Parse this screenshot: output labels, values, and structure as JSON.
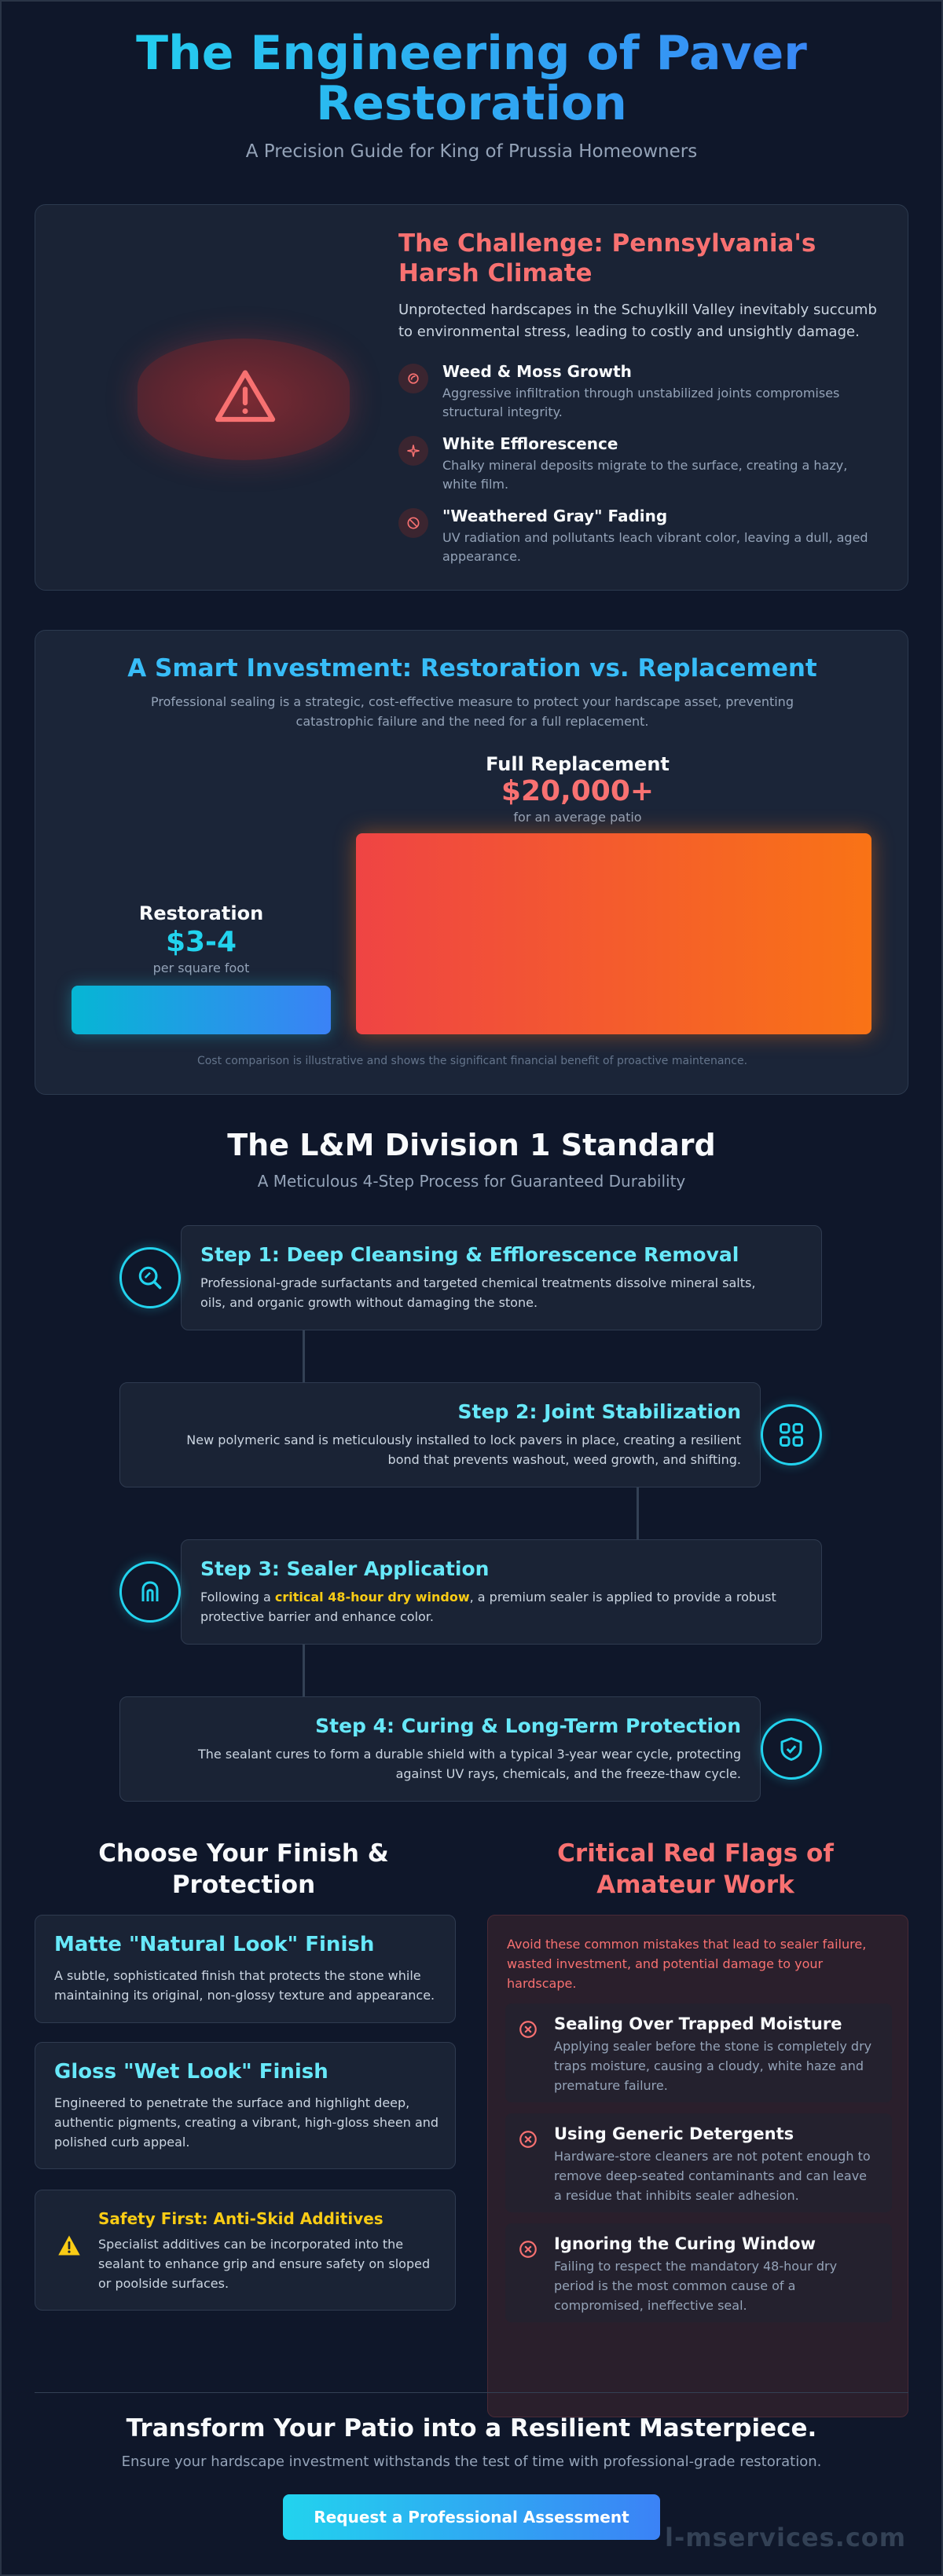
{
  "hero": {
    "title": "The Engineering of Paver Restoration",
    "subtitle": "A Precision Guide for King of Prussia Homeowners"
  },
  "challenge": {
    "title": "The Challenge: Pennsylvania's Harsh Climate",
    "description": "Unprotected hardscapes in the Schuylkill Valley inevitably succumb to environmental stress, leading to costly and unsightly damage.",
    "icon": "warning-triangle-icon",
    "issues": [
      {
        "title": "Weed & Moss Growth",
        "description": "Aggressive infiltration through unstabilized joints compromises structural integrity.",
        "icon": "plant-icon"
      },
      {
        "title": "White Efflorescence",
        "description": "Chalky mineral deposits migrate to the surface, creating a hazy, white film.",
        "icon": "sparkle-icon"
      },
      {
        "title": "\"Weathered Gray\" Fading",
        "description": "UV radiation and pollutants leach vibrant color, leaving a dull, aged appearance.",
        "icon": "prohibited-icon"
      }
    ]
  },
  "investment": {
    "title": "A Smart Investment: Restoration vs. Replacement",
    "description": "Professional sealing is a strategic, cost-effective measure to protect your hardscape asset, preventing catastrophic failure and the need for a full replacement.",
    "replacement": {
      "label": "Full Replacement",
      "value": "$20,000+",
      "sub": "for an average patio"
    },
    "restoration": {
      "label": "Restoration",
      "value": "$3-4",
      "sub": "per square foot"
    },
    "note": "Cost comparison is illustrative and shows the significant financial benefit of proactive maintenance.",
    "colors": {
      "replacement": "#ef4444",
      "restoration": "#06b6d4"
    }
  },
  "standard": {
    "title": "The L&M Division 1 Standard",
    "subtitle": "A Meticulous 4-Step Process for Guaranteed Durability",
    "steps": [
      {
        "title": "Step 1: Deep Cleansing & Efflorescence Removal",
        "description": "Professional-grade surfactants and targeted chemical treatments dissolve mineral salts, oils, and organic growth without damaging the stone.",
        "icon": "magnifier-icon"
      },
      {
        "title": "Step 2: Joint Stabilization",
        "description": "New polymeric sand is meticulously installed to lock pavers in place, creating a resilient bond that prevents washout, weed growth, and shifting.",
        "icon": "grid-icon"
      },
      {
        "title": "Step 3: Sealer Application",
        "description_pre": "Following a ",
        "description_highlight": "critical 48-hour dry window",
        "description_post": ", a premium sealer is applied to provide a robust protective barrier and enhance color.",
        "icon": "roller-icon"
      },
      {
        "title": "Step 4: Curing & Long-Term Protection",
        "description": "The sealant cures to form a durable shield with a typical 3-year wear cycle, protecting against UV rays, chemicals, and the freeze-thaw cycle.",
        "icon": "shield-check-icon"
      }
    ]
  },
  "finish": {
    "title": "Choose Your Finish & Protection",
    "options": [
      {
        "title": "Matte \"Natural Look\" Finish",
        "description": "A subtle, sophisticated finish that protects the stone while maintaining its original, non-glossy texture and appearance."
      },
      {
        "title": "Gloss \"Wet Look\" Finish",
        "description": "Engineered to penetrate the surface and highlight deep, authentic pigments, creating a vibrant, high-gloss sheen and polished curb appeal."
      }
    ],
    "safety": {
      "title": "Safety First: Anti-Skid Additives",
      "description": "Specialist additives can be incorporated into the sealant to enhance grip and ensure safety on sloped or poolside surfaces.",
      "icon": "warning-icon"
    }
  },
  "red_flags": {
    "title": "Critical Red Flags of Amateur Work",
    "intro": "Avoid these common mistakes that lead to sealer failure, wasted investment, and potential damage to your hardscape.",
    "items": [
      {
        "title": "Sealing Over Trapped Moisture",
        "description": "Applying sealer before the stone is completely dry traps moisture, causing a cloudy, white haze and premature failure."
      },
      {
        "title": "Using Generic Detergents",
        "description": "Hardware-store cleaners are not potent enough to remove deep-seated contaminants and can leave a residue that inhibits sealer adhesion."
      },
      {
        "title": "Ignoring the Curing Window",
        "description": "Failing to respect the mandatory 48-hour dry period is the most common cause of a compromised, ineffective seal."
      }
    ]
  },
  "footer": {
    "title": "Transform Your Patio into a Resilient Masterpiece.",
    "subtitle": "Ensure your hardscape investment withstands the test of time with professional-grade restoration.",
    "cta": "Request a Professional Assessment",
    "watermark": "l-mservices.com"
  }
}
